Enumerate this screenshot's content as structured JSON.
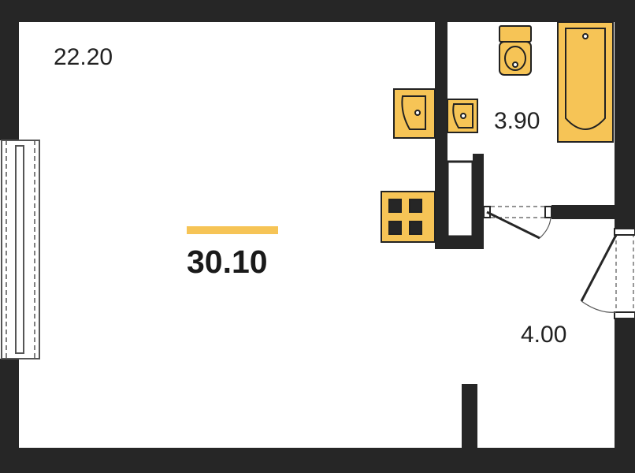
{
  "floor_plan": {
    "total_area": "30.10",
    "rooms": [
      {
        "id": "living",
        "area": "22.20"
      },
      {
        "id": "bathroom",
        "area": "3.90"
      },
      {
        "id": "hallway",
        "area": "4.00"
      }
    ],
    "colors": {
      "wall": "#262626",
      "fixture_fill": "#f6c456",
      "fixture_stroke": "#222222",
      "accent_bar": "#f6c456",
      "window_line": "#555555",
      "background": "#ffffff"
    },
    "fixtures": [
      "toilet-icon",
      "bathtub-icon",
      "sink-icon",
      "sink-icon",
      "stove-icon",
      "wardrobe-icon"
    ]
  }
}
